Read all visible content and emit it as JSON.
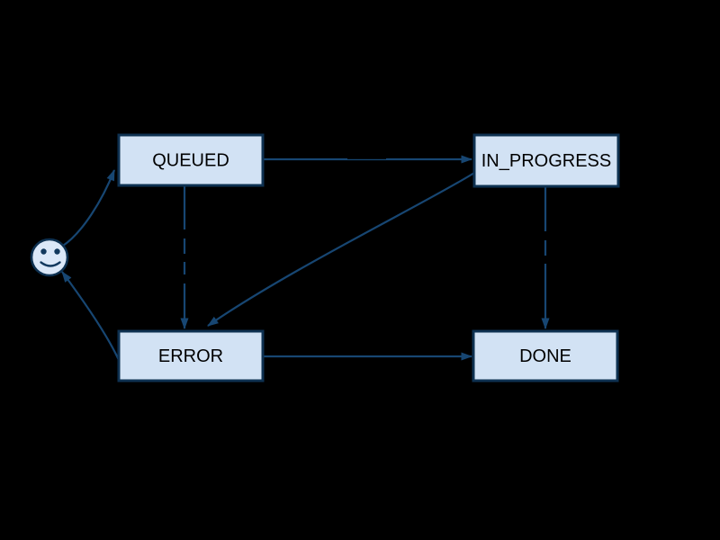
{
  "app": {
    "background_color": "#000000"
  },
  "diagram": {
    "type": "state-machine-flowchart",
    "colors": {
      "node_fill": "#d2e2f4",
      "node_border": "#0e3151",
      "edge": "#174672",
      "node_label_text": "#000000",
      "smiley_fill": "#dbe8f8"
    },
    "nodes": [
      {
        "id": "start",
        "label": "",
        "shape": "smiley-circle"
      },
      {
        "id": "queued",
        "label": "QUEUED",
        "shape": "rectangle"
      },
      {
        "id": "in_progress",
        "label": "IN_PROGRESS",
        "shape": "rectangle"
      },
      {
        "id": "error",
        "label": "ERROR",
        "shape": "rectangle"
      },
      {
        "id": "done",
        "label": "DONE",
        "shape": "rectangle"
      }
    ],
    "edges": [
      {
        "from": "start",
        "to": "queued"
      },
      {
        "from": "queued",
        "to": "in_progress"
      },
      {
        "from": "queued",
        "to": "error"
      },
      {
        "from": "in_progress",
        "to": "error"
      },
      {
        "from": "in_progress",
        "to": "done"
      },
      {
        "from": "error",
        "to": "done"
      },
      {
        "from": "error",
        "to": "start"
      }
    ],
    "edge_labels_note": "edge labels are drawn in black over the black background and are not legible in the screenshot; only tiny notches where they cross the blue lines are visible"
  }
}
